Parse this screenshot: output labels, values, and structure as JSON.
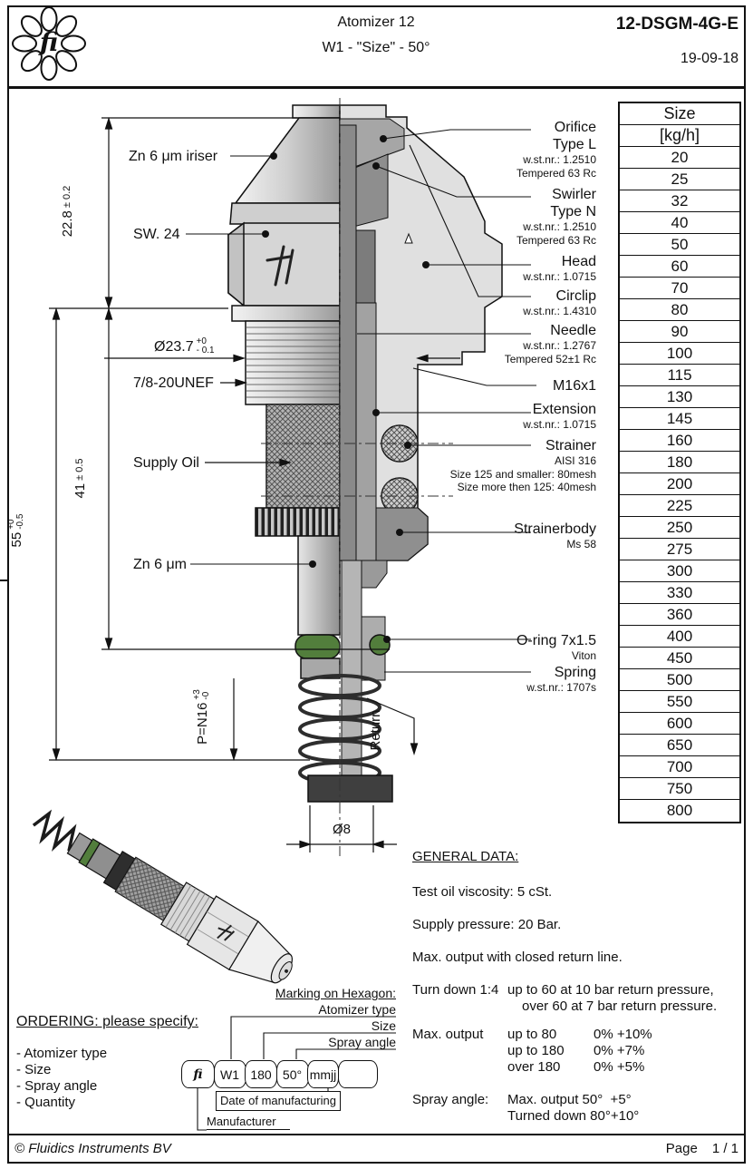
{
  "header": {
    "logo_text": "fi",
    "title_line1": "Atomizer 12",
    "title_line2": "W1 - \"Size\" - 50°",
    "part_number": "12-DSGM-4G-E",
    "date": "19-09-18"
  },
  "size_table": {
    "header_line1": "Size",
    "header_line2": "[kg/h]",
    "values": [
      "20",
      "25",
      "32",
      "40",
      "50",
      "60",
      "70",
      "80",
      "90",
      "100",
      "115",
      "130",
      "145",
      "160",
      "180",
      "200",
      "225",
      "250",
      "275",
      "300",
      "330",
      "360",
      "400",
      "450",
      "500",
      "550",
      "600",
      "650",
      "700",
      "750",
      "800"
    ]
  },
  "drawing": {
    "left_labels": {
      "zn_iriser": "Zn 6 μm iriser",
      "sw": "SW. 24",
      "diameter": "Ø23.7",
      "diameter_tol_top": "+0",
      "diameter_tol_bottom": "- 0.1",
      "thread": "7/8-20UNEF",
      "supply_oil": "Supply Oil",
      "zn": "Zn 6 μm"
    },
    "dimensions": {
      "height_cone": "22.8",
      "height_cone_tol": "± 0.2",
      "height_mid": "41",
      "height_mid_tol": "± 0.5",
      "height_total": "55",
      "height_total_tol_top": "+0",
      "height_total_tol_bottom": "-0.5",
      "spring_len": "P=N16",
      "spring_len_tol_top": "+3",
      "spring_len_tol_bottom": "-0",
      "bottom_dia": "Ø8",
      "return_label": "Return"
    },
    "right_callouts": [
      {
        "title": "Orifice",
        "line2": "Type L",
        "sub1": "w.st.nr.: 1.2510",
        "sub2": "Tempered 63 Rc"
      },
      {
        "title": "Swirler",
        "line2": "Type N",
        "sub1": "w.st.nr.: 1.2510",
        "sub2": "Tempered 63 Rc"
      },
      {
        "title": "Head",
        "sub1": "w.st.nr.: 1.0715"
      },
      {
        "title": "Circlip",
        "sub1": "w.st.nr.: 1.4310"
      },
      {
        "title": "Needle",
        "sub1": "w.st.nr.: 1.2767",
        "sub2": "Tempered 52±1 Rc"
      },
      {
        "title": "M16x1"
      },
      {
        "title": "Extension",
        "sub1": "w.st.nr.: 1.0715"
      },
      {
        "title": "Strainer",
        "sub1": "AISI 316",
        "sub2": "Size 125 and smaller: 80mesh",
        "sub3": "Size more then 125: 40mesh"
      },
      {
        "title": "Strainerbody",
        "sub1": "Ms 58"
      },
      {
        "title": "O-ring 7x1.5",
        "sub1": "Viton"
      },
      {
        "title": "Spring",
        "sub1": "w.st.nr.: 1707s"
      }
    ],
    "colors": {
      "oring_green": "#527e3c",
      "body_gray": "#e0e0e0",
      "internal_gray": "#8a8a8a"
    }
  },
  "general_data": {
    "heading": "GENERAL DATA:",
    "line1": "Test oil viscosity: 5 cSt.",
    "line2": "Supply pressure: 20 Bar.",
    "line3": "Max. output with closed return line.",
    "turndown_label": "Turn down 1:4",
    "turndown_line1": "up to 60 at 10 bar return pressure,",
    "turndown_line2": "over 60 at 7 bar return pressure.",
    "max_output_label": "Max. output",
    "max_output_rows": [
      {
        "range": "up to 80",
        "tol": "0% +10%"
      },
      {
        "range": "up to 180",
        "tol": "0% +7%"
      },
      {
        "range": "over 180",
        "tol": "0% +5%"
      }
    ],
    "spray_label": "Spray angle:",
    "spray_line1": "Max. output 50°  +5°",
    "spray_line2": "Turned down 80°+10°"
  },
  "ordering": {
    "heading": "ORDERING: please specify:",
    "items": [
      "- Atomizer type",
      "- Size",
      "- Spray angle",
      "- Quantity"
    ]
  },
  "marking": {
    "heading": "Marking on Hexagon:",
    "labels": {
      "atomizer_type": "Atomizer type",
      "size": "Size",
      "spray_angle": "Spray angle",
      "date": "Date of manufacturing",
      "manufacturer": "Manufacturer"
    },
    "cells": [
      "fi",
      "W1",
      "180",
      "50°",
      "mmjj",
      ""
    ]
  },
  "footer": {
    "copyright": "© Fluidics Instruments BV",
    "page_label": "Page",
    "page_value": "1 / 1"
  }
}
